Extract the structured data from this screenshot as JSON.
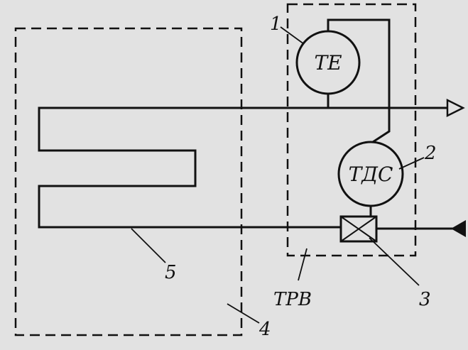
{
  "diagram": {
    "components": [
      {
        "number": "1",
        "label": "ТЕ"
      },
      {
        "number": "2",
        "label": "ТДС"
      },
      {
        "number": "3",
        "label": ""
      },
      {
        "number": "4",
        "label": ""
      },
      {
        "number": "5",
        "label": ""
      }
    ],
    "group_label": "ТРВ",
    "colors": {
      "ink": "#111111",
      "paper": "#e2e2e2"
    }
  }
}
